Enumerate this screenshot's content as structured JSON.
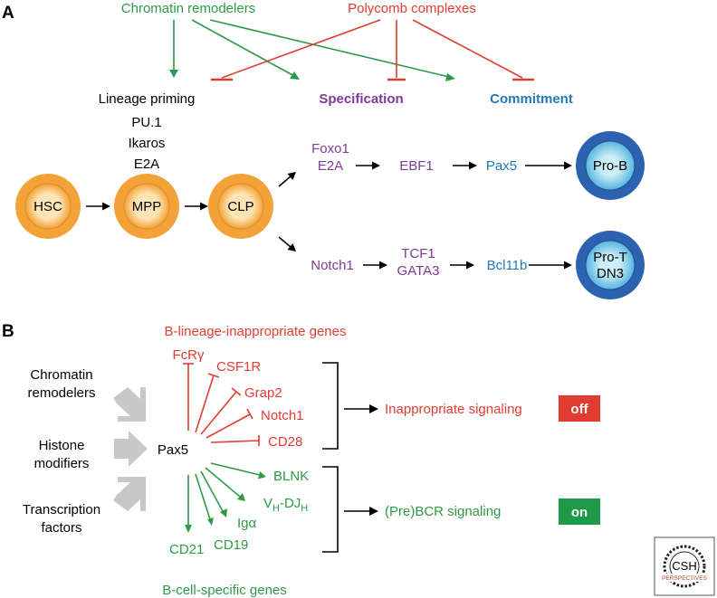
{
  "panel_a": {
    "letter": "A",
    "regulators": {
      "chromatin": "Chromatin remodelers",
      "polycomb": "Polycomb complexes"
    },
    "stages": {
      "priming": "Lineage priming",
      "specification": "Specification",
      "commitment": "Commitment"
    },
    "priming_factors": [
      "PU.1",
      "Ikaros",
      "E2A"
    ],
    "cells": {
      "hsc": "HSC",
      "mpp": "MPP",
      "clp": "CLP",
      "prob": "Pro-B",
      "prot_line1": "Pro-T",
      "prot_line2": "DN3"
    },
    "b_path": {
      "f1_line1": "Foxo1",
      "f1_line2": "E2A",
      "f2": "EBF1",
      "f3": "Pax5"
    },
    "t_path": {
      "f1": "Notch1",
      "f2_line1": "TCF1",
      "f2_line2": "GATA3",
      "f3": "Bcl11b"
    }
  },
  "panel_b": {
    "letter": "B",
    "top_title": "B-lineage-inappropriate genes",
    "bottom_title": "B-cell-specific genes",
    "inputs": {
      "chromatin_line1": "Chromatin",
      "chromatin_line2": "remodelers",
      "histone_line1": "Histone",
      "histone_line2": "modifiers",
      "tf_line1": "Transcription",
      "tf_line2": "factors"
    },
    "center": "Pax5",
    "repressed": {
      "g1": "FcRγ",
      "g2": "CSF1R",
      "g3": "Grap2",
      "g4": "Notch1",
      "g5": "CD28"
    },
    "activated": {
      "g1": "BLNK",
      "g2": "V",
      "g2_sub1": "H",
      "g2_mid": "-DJ",
      "g2_sub2": "H",
      "g3": "Igα",
      "g4": "CD19",
      "g5": "CD21"
    },
    "outputs": {
      "off_text": "Inappropriate signaling",
      "off_badge": "off",
      "on_text": "(Pre)BCR signaling",
      "on_badge": "on"
    }
  },
  "logo": {
    "text1": "CSH",
    "text2": "PERSPECTIVES"
  },
  "colors": {
    "green": "#2e9a48",
    "red": "#e03c31",
    "purple": "#7e3a96",
    "blue": "#2379b6",
    "orange_fill": "#f5a33c",
    "orange_inner": "#fde2b0",
    "blue_fill": "#2c62b0",
    "blue_inner": "#9fd8ec",
    "gray_arrow": "#c8c8c8"
  }
}
